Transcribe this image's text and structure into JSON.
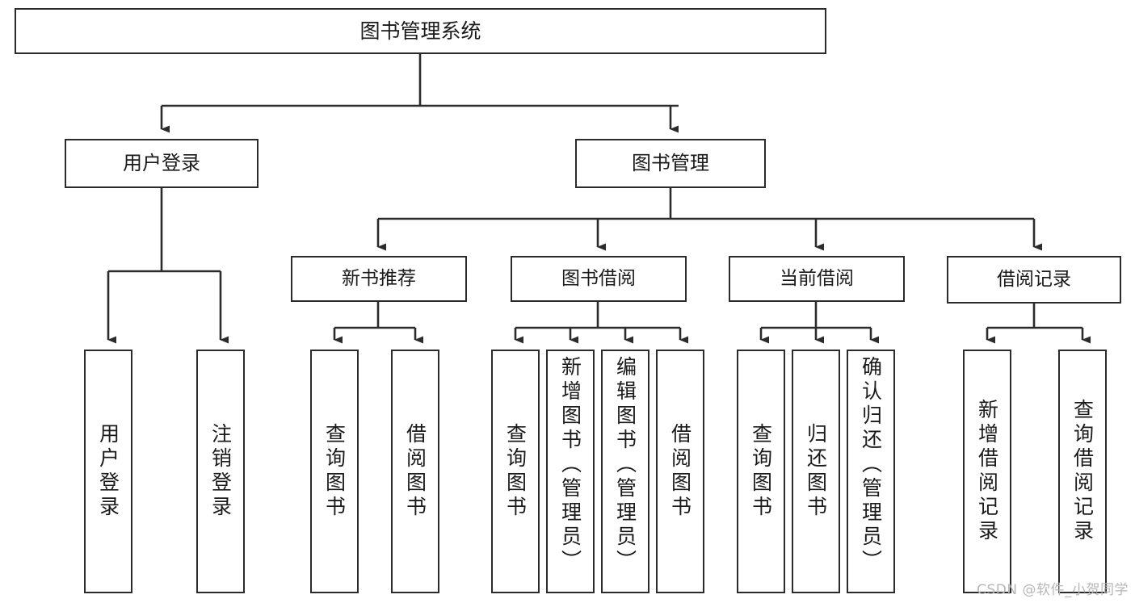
{
  "diagram": {
    "type": "tree",
    "title": "图书管理系统",
    "watermark": "CSDN @软件_小贺同学",
    "colors": {
      "node_border": "#2b2b2b",
      "node_fill": "#ffffff",
      "edge": "#2b2b2b",
      "text": "#1a1a1a",
      "watermark": "#b7b7b7",
      "background": "#ffffff"
    },
    "root": {
      "label": "图书管理系统"
    },
    "level1": [
      {
        "label": "用户登录"
      },
      {
        "label": "图书管理"
      }
    ],
    "level2": [
      {
        "label": "新书推荐"
      },
      {
        "label": "图书借阅"
      },
      {
        "label": "当前借阅"
      },
      {
        "label": "借阅记录"
      }
    ],
    "leaves": {
      "user_login": [
        {
          "label": "用户登录"
        },
        {
          "label": "注销登录"
        }
      ],
      "new_book_recommend": [
        {
          "label": "查询图书"
        },
        {
          "label": "借阅图书"
        }
      ],
      "book_borrow": [
        {
          "label": "查询图书"
        },
        {
          "label": "新增图书（管理员）"
        },
        {
          "label": "编辑图书（管理员）"
        },
        {
          "label": "借阅图书"
        }
      ],
      "current_borrow": [
        {
          "label": "查询图书"
        },
        {
          "label": "归还图书"
        },
        {
          "label": "确认归还（管理员）"
        }
      ],
      "borrow_record": [
        {
          "label": "新增借阅记录"
        },
        {
          "label": "查询借阅记录"
        }
      ]
    }
  }
}
